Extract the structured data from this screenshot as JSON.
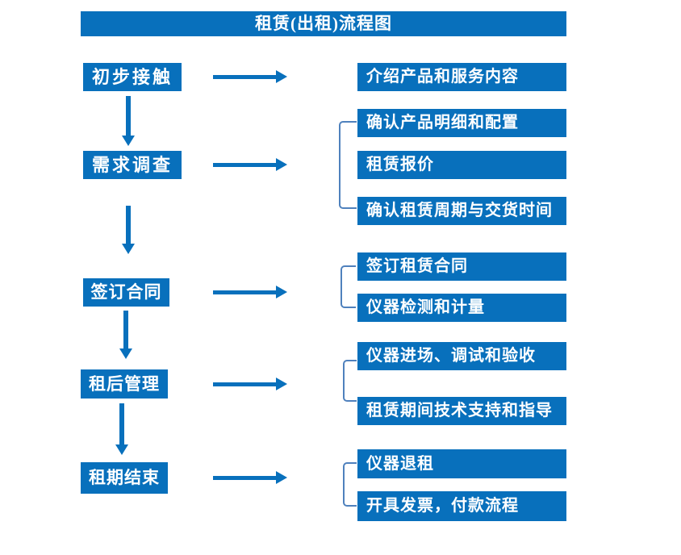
{
  "title": "租赁(出租)流程图",
  "colors": {
    "primary_blue": "#0870BC",
    "bracket_blue": "#4F81BD",
    "box_text": "#FFFFFF"
  },
  "steps": [
    {
      "label": "初步接触",
      "details": [
        "介绍产品和服务内容"
      ]
    },
    {
      "label": "需求调查",
      "details": [
        "确认产品明细和配置",
        "租赁报价",
        "确认租赁周期与交货时间"
      ]
    },
    {
      "label": "签订合同",
      "details": [
        "签订租赁合同",
        "仪器检测和计量"
      ]
    },
    {
      "label": "租后管理",
      "details": [
        "仪器进场、调试和验收",
        "租赁期间技术支持和指导"
      ]
    },
    {
      "label": "租期结束",
      "details": [
        "仪器退租",
        "开具发票，付款流程"
      ]
    }
  ]
}
